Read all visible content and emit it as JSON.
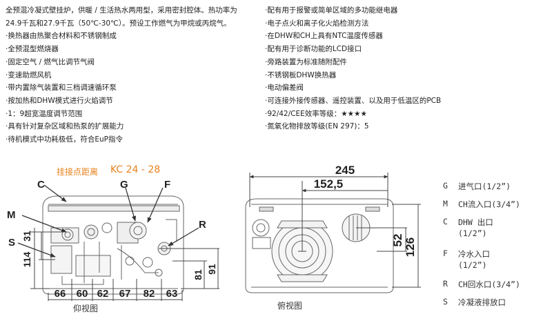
{
  "specs_left": [
    "全预混冷凝式壁挂炉，供暖 / 生活热水两用型，采用密封腔体。热功率为",
    "24.9千瓦和27.9千瓦（50℃-30℃）。预设工作燃气为甲烷或丙烷气。",
    "·换热器由热聚合材料和不锈钢制成",
    "·全预混型燃烧器",
    "·固定空气 / 燃气比调节气阀",
    "·变速助燃风机",
    "·带内置除气装置和三档调速循环泵",
    "·按加热和DHW模式进行火焰调节",
    "·1：9超宽温度调节范围",
    "·具有针对复杂区域和热泵的扩展能力",
    "·待机模式中功耗极低，符合EuP指令"
  ],
  "specs_right": [
    "·配有用于报警或简单区域的多功能继电器",
    "·电子点火和离子化火焰检测方法",
    "·在DHW和CH上具有NTC温度传感器",
    "·配有用于诊断功能的LCD接口",
    "·旁路装置为标准随附配件",
    "·不锈钢板DHW换热器",
    "·电动偏差阀",
    "·可连接外接传感器、遥控装置、以及用于低温区的PCB",
    "·92/42/CEE效率等级：★★★★",
    "·氮氧化物排放等级(EN 297)：5"
  ],
  "bottom_view": {
    "title": "挂接点距离",
    "model": "KC 24 - 28",
    "caption": "仰视图",
    "labels": {
      "C": "C",
      "G": "G",
      "F": "F",
      "M": "M",
      "S": "S",
      "R": "R"
    },
    "dims_bottom": [
      "66",
      "60",
      "62",
      "67",
      "82",
      "63"
    ],
    "dims_left": [
      "114",
      "31"
    ],
    "dims_right": [
      "81",
      "91"
    ]
  },
  "top_view": {
    "caption": "俯视图",
    "dim_245": "245",
    "dim_152": "152,5",
    "dim_52": "52",
    "dim_126": "126"
  },
  "legend": [
    {
      "key": "G",
      "text": "进气口(1/2”)"
    },
    {
      "key": "M",
      "text": "CH流入口(3/4”)"
    },
    {
      "key": "C",
      "text": "DHW 出口\n(1/2”)"
    },
    {
      "key": "F",
      "text": "冷水入口\n(1/2”)"
    },
    {
      "key": "R",
      "text": "CH回水口(3/4”)"
    },
    {
      "key": "S",
      "text": "冷凝液排放口"
    }
  ],
  "colors": {
    "accent": "#e8821e",
    "line": "#555555",
    "text": "#222222"
  }
}
